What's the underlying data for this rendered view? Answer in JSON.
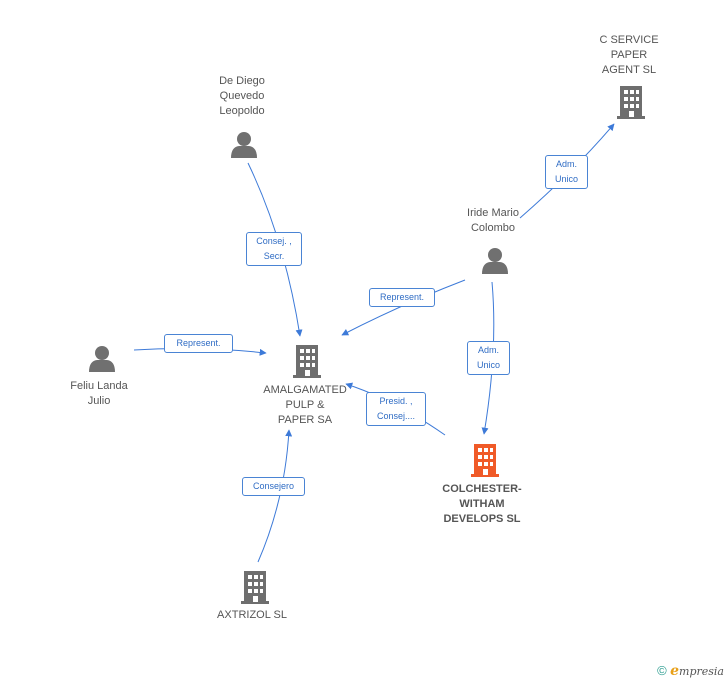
{
  "colors": {
    "edge": "#3d7ad8",
    "company_icon": "#6e6e6e",
    "focus_company_icon": "#f05a28",
    "person_icon": "#707070"
  },
  "nodes": {
    "amalgamated": {
      "lines": [
        "AMALGAMATED",
        "PULP &",
        "PAPER SA"
      ],
      "kind": "company"
    },
    "colchester": {
      "lines": [
        "COLCHESTER-",
        "WITHAM",
        "DEVELOPS SL"
      ],
      "kind": "focus-company"
    },
    "c_service": {
      "lines": [
        "C SERVICE",
        "PAPER",
        "AGENT SL"
      ],
      "kind": "company"
    },
    "axtrizol": {
      "lines": [
        "AXTRIZOL  SL"
      ],
      "kind": "company"
    },
    "de_diego": {
      "lines": [
        "De Diego",
        "Quevedo",
        "Leopoldo"
      ],
      "kind": "person"
    },
    "iride": {
      "lines": [
        "Iride Mario",
        "Colombo"
      ],
      "kind": "person"
    },
    "feliu": {
      "lines": [
        "Feliu Landa",
        "Julio"
      ],
      "kind": "person"
    }
  },
  "edges": {
    "de_diego_amalgamated": {
      "lines": [
        "Consej. ,",
        "Secr."
      ]
    },
    "iride_c_service": {
      "lines": [
        "Adm.",
        "Unico"
      ]
    },
    "iride_amalgamated": {
      "lines": [
        "Represent."
      ]
    },
    "feliu_amalgamated": {
      "lines": [
        "Represent."
      ]
    },
    "iride_colchester": {
      "lines": [
        "Adm.",
        "Unico"
      ]
    },
    "colchester_amalgamated": {
      "lines": [
        "Presid. ,",
        "Consej...."
      ]
    },
    "axtrizol_amalgamated": {
      "lines": [
        "Consejero"
      ]
    }
  },
  "footer": {
    "copyright": "©",
    "brand_initial": "e",
    "brand_rest": "mpresia"
  }
}
